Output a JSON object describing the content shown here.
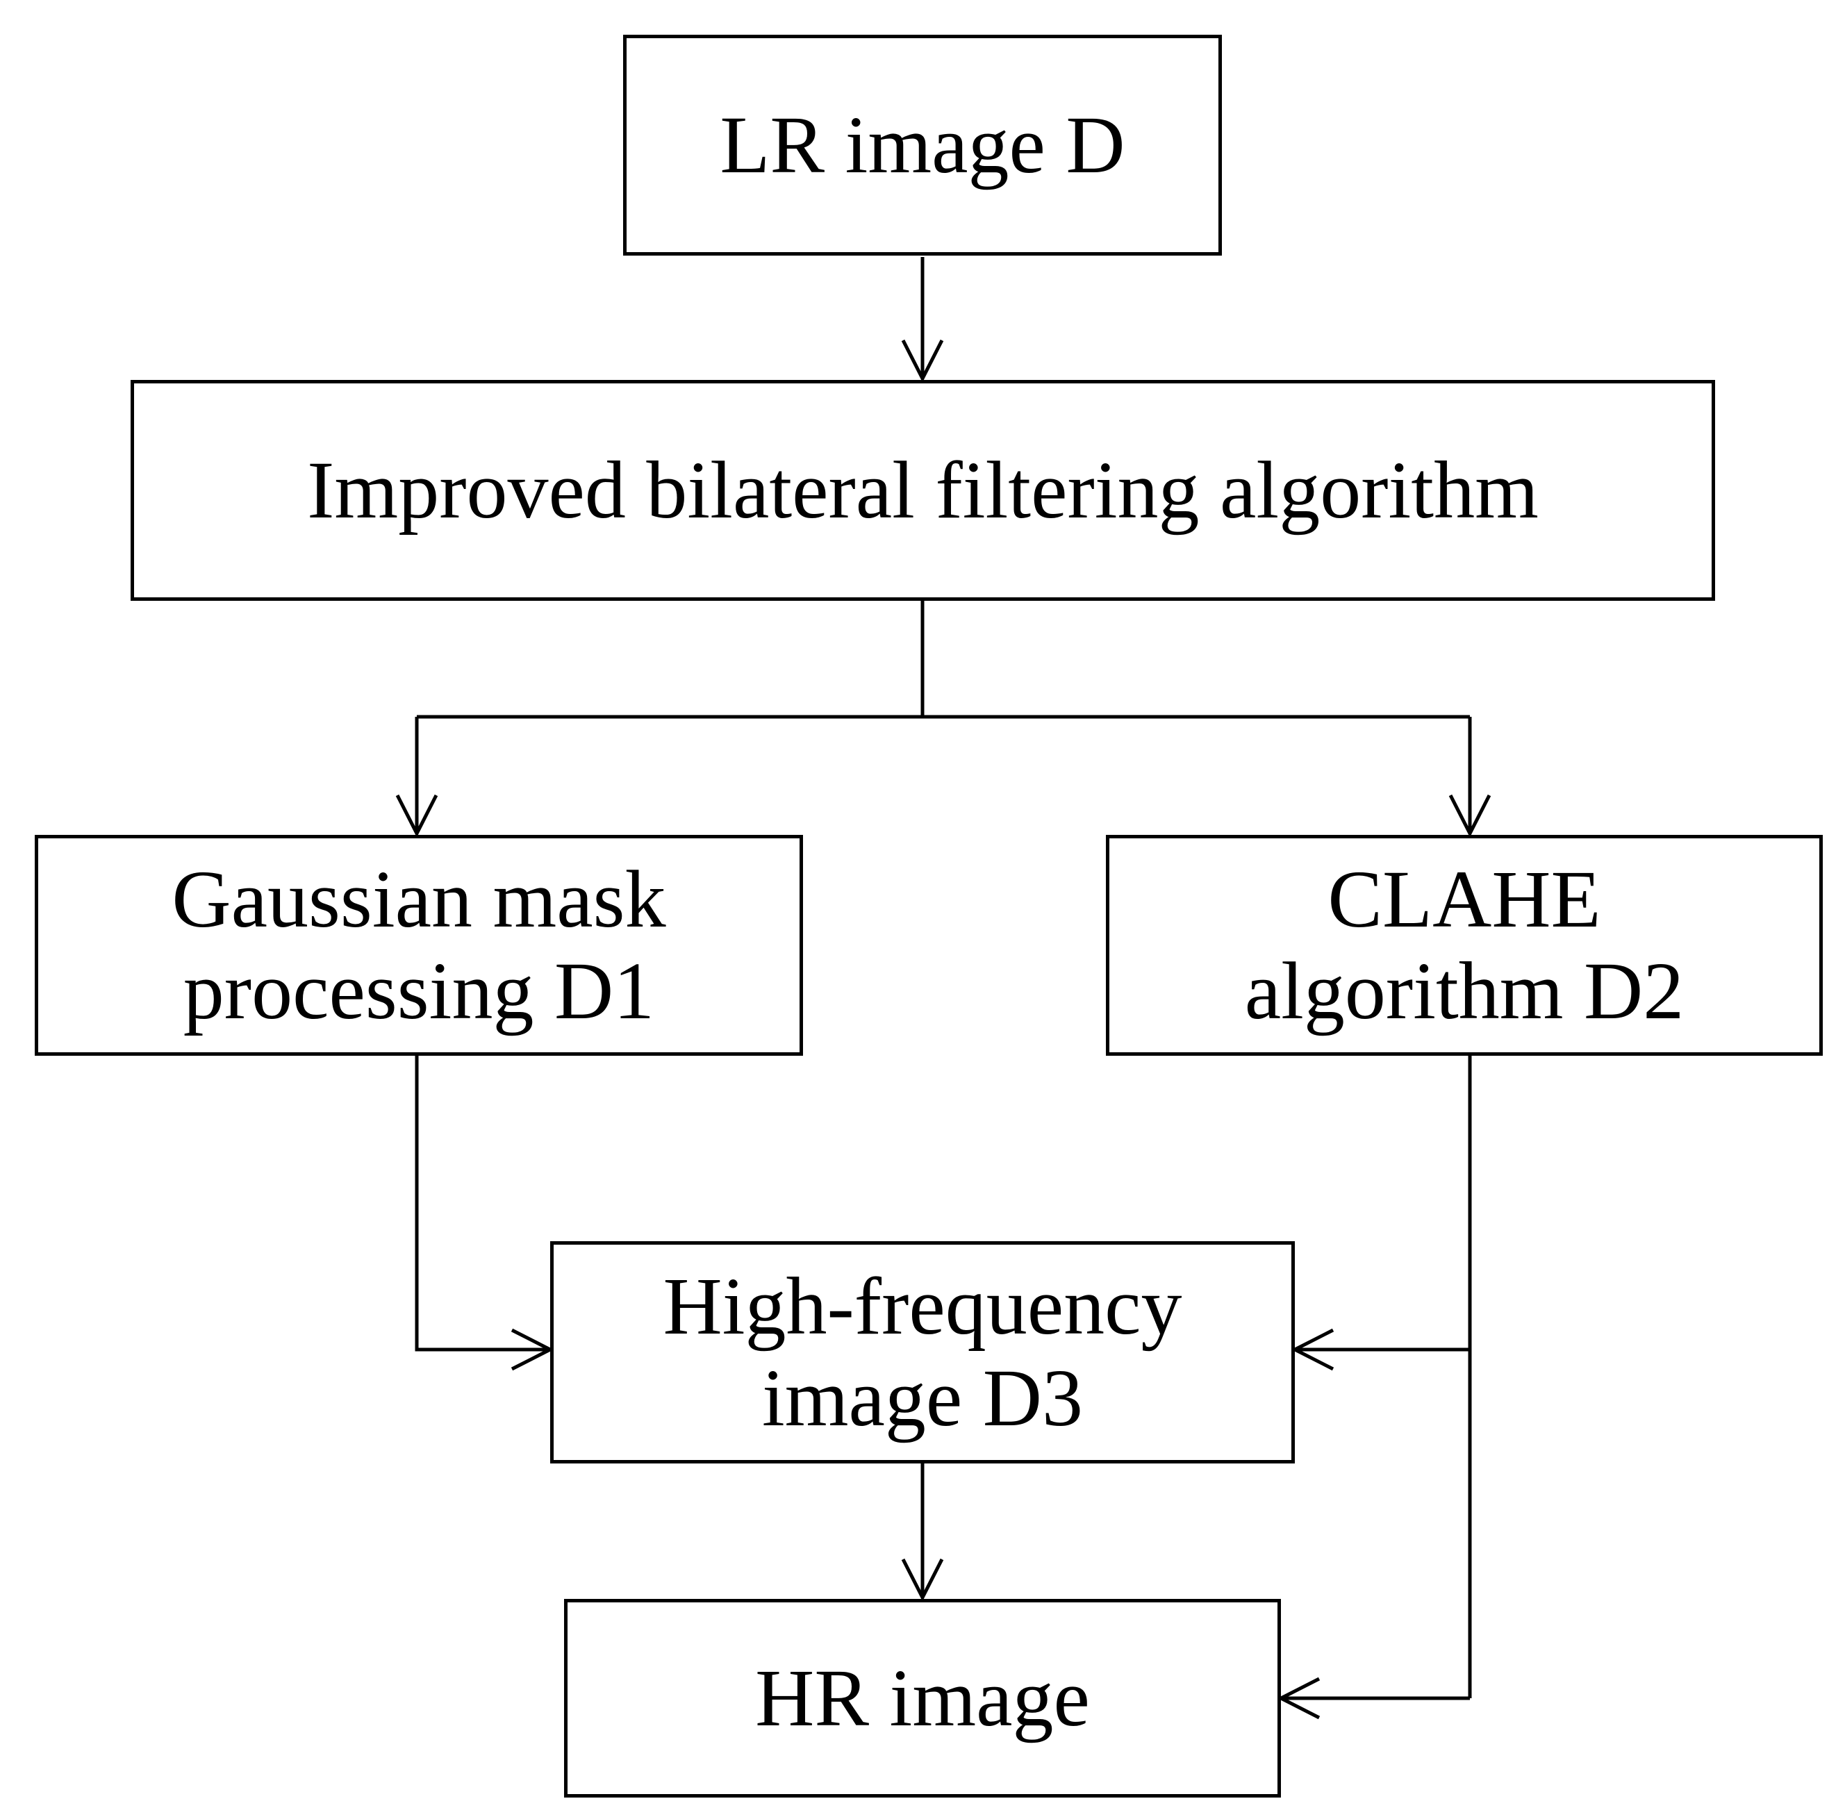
{
  "diagram": {
    "nodes": {
      "lr_image": {
        "lines": [
          "LR image D"
        ]
      },
      "bilateral": {
        "lines": [
          "Improved bilateral filtering algorithm"
        ]
      },
      "gaussian": {
        "lines": [
          "Gaussian mask",
          "processing D1"
        ]
      },
      "clahe": {
        "lines": [
          "CLAHE",
          "algorithm D2"
        ]
      },
      "high_freq": {
        "lines": [
          "High-frequency",
          "image D3"
        ]
      },
      "hr_image": {
        "lines": [
          "HR image"
        ]
      }
    },
    "edges": [
      {
        "from": "lr_image",
        "to": "bilateral"
      },
      {
        "from": "bilateral",
        "to": "gaussian"
      },
      {
        "from": "bilateral",
        "to": "clahe"
      },
      {
        "from": "gaussian",
        "to": "high_freq"
      },
      {
        "from": "clahe",
        "to": "high_freq"
      },
      {
        "from": "high_freq",
        "to": "hr_image"
      },
      {
        "from": "clahe",
        "to": "hr_image"
      }
    ]
  }
}
